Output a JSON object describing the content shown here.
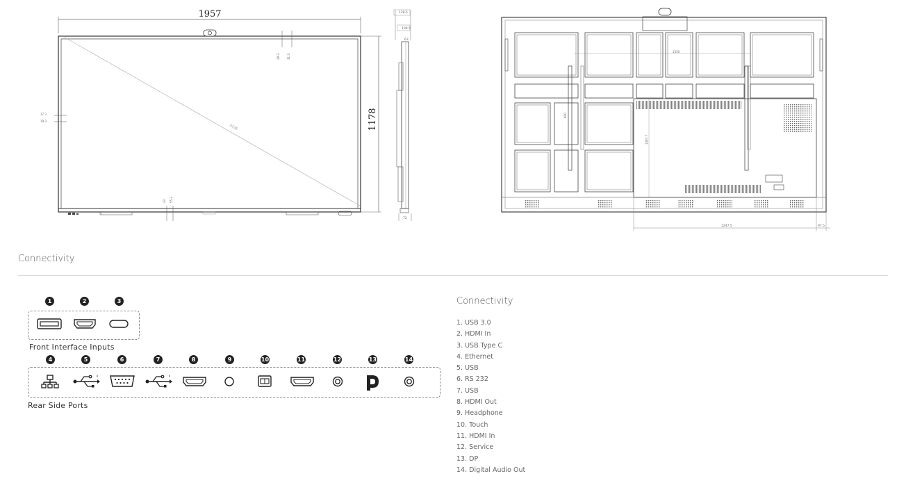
{
  "drawing": {
    "front_width": "1957",
    "front_height": "1178",
    "side_top_labels": [
      "128.5",
      "109.5",
      "63"
    ],
    "side_bottom_label": "72",
    "rear_bottom_labels": [
      "1247.5",
      "97.5"
    ],
    "rear_top_label": "1350",
    "rear_left_label": "1467.7",
    "rear_mid_label": "600"
  },
  "section": {
    "title": "Connectivity"
  },
  "ports": {
    "front_caption": "Front Interface Inputs",
    "rear_caption": "Rear Side Ports",
    "front": [
      {
        "num": "1",
        "icon": "usb-a-port-icon"
      },
      {
        "num": "2",
        "icon": "hdmi-port-icon"
      },
      {
        "num": "3",
        "icon": "usb-c-port-icon"
      }
    ],
    "rear": [
      {
        "num": "4",
        "icon": "ethernet-icon"
      },
      {
        "num": "5",
        "icon": "usb-symbol-icon"
      },
      {
        "num": "6",
        "icon": "rs232-port-icon"
      },
      {
        "num": "7",
        "icon": "usb-symbol-icon"
      },
      {
        "num": "8",
        "icon": "hdmi-port-icon"
      },
      {
        "num": "9",
        "icon": "headphone-jack-icon"
      },
      {
        "num": "10",
        "icon": "usb-b-port-icon"
      },
      {
        "num": "11",
        "icon": "hdmi-port-icon"
      },
      {
        "num": "12",
        "icon": "service-port-icon"
      },
      {
        "num": "13",
        "icon": "displayport-icon"
      },
      {
        "num": "14",
        "icon": "digital-audio-out-icon"
      }
    ]
  },
  "connectivity": {
    "heading": "Connectivity",
    "items": [
      "1. USB 3.0",
      "2. HDMI In",
      "3. USB Type C",
      "4. Ethernet",
      "5. USB",
      "6. RS 232",
      "7. USB",
      "8. HDMI Out",
      "9. Headphone",
      "10. Touch",
      "11. HDMI In",
      "12. Service",
      "13. DP",
      "14. Digital Audio Out"
    ]
  }
}
